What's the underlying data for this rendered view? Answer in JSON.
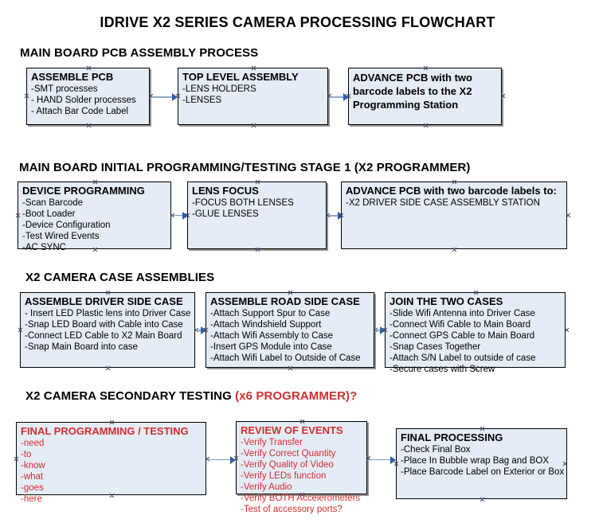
{
  "document": {
    "title": "IDRIVE X2  SERIES CAMERA PROCESSING FLOWCHART"
  },
  "colors": {
    "box_fill": "#e4ecf6",
    "box_border": "#000000",
    "accent_red": "#d12f2f",
    "connector": "#8fa9c4",
    "arrowhead": "#2f5fa8",
    "text": "#000000"
  },
  "sections": [
    {
      "id": "main-board-pcb-assembly",
      "header": "MAIN BOARD PCB ASSEMBLY PROCESS",
      "header_accent": "",
      "boxes": [
        {
          "id": "assemble-pcb",
          "title": "ASSEMBLE PCB",
          "lines": [
            "-SMT processes",
            "- HAND Solder processes",
            "- Attach Bar Code Label"
          ]
        },
        {
          "id": "top-level-assembly",
          "title": "TOP LEVEL ASSEMBLY",
          "lines": [
            "-LENS HOLDERS",
            "-LENSES"
          ]
        },
        {
          "id": "advance-pcb-programming-station",
          "title": "ADVANCE PCB with two barcode labels to the  X2 Programming Station",
          "lines": []
        }
      ]
    },
    {
      "id": "main-board-initial-programming",
      "header": "MAIN BOARD INITIAL PROGRAMMING/TESTING STAGE 1 (X2 PROGRAMMER)",
      "header_accent": "",
      "boxes": [
        {
          "id": "device-programming",
          "title": "DEVICE PROGRAMMING",
          "lines": [
            "-Scan Barcode",
            "-Boot Loader",
            "-Device Configuration",
            "-Test Wired Events",
            "-AC SYNC"
          ]
        },
        {
          "id": "lens-focus",
          "title": "LENS FOCUS",
          "lines": [
            "-FOCUS BOTH LENSES",
            "-GLUE LENSES"
          ]
        },
        {
          "id": "advance-pcb-driver-side-case",
          "title": "ADVANCE PCB with two barcode labels to:",
          "lines": [
            "-X2 DRIVER  SIDE  CASE  ASSEMBLY STATION"
          ]
        }
      ]
    },
    {
      "id": "x2-camera-case-assemblies",
      "header": "X2 CAMERA CASE ASSEMBLIES",
      "header_accent": "",
      "boxes": [
        {
          "id": "assemble-driver-side-case",
          "title": "ASSEMBLE DRIVER SIDE CASE",
          "lines": [
            "- Insert LED Plastic lens into Driver Case",
            "-Snap LED Board with Cable into Case",
            "-Connect LED Cable to X2 Main Board",
            "-Snap Main Board into case"
          ]
        },
        {
          "id": "assemble-road-side-case",
          "title": "ASSEMBLE ROAD SIDE CASE",
          "lines": [
            "-Attach Support Spur to Case",
            "-Attach Windshield Support",
            "-Attach Wifi Assembly to Case",
            "-Insert GPS Module into Case",
            "-Attach Wifi Label to Outside of Case"
          ]
        },
        {
          "id": "join-the-two-cases",
          "title": "JOIN THE TWO CASES",
          "lines": [
            "-Slide Wifi Antenna into Driver Case",
            "-Connect Wifi Cable to Main Board",
            "-Connect GPS Cable to Main Board",
            "-Snap Cases Together",
            "-Attach S/N Label to outside of case",
            "-Secure cases with Screw"
          ]
        }
      ]
    },
    {
      "id": "x2-camera-secondary-testing",
      "header": "X2 CAMERA SECONDARY TESTING ",
      "header_accent": "(x6 PROGRAMMER)?",
      "boxes": [
        {
          "id": "final-programming-testing",
          "title": "FINAL PROGRAMMING / TESTING",
          "lines": [
            "-need",
            "-to",
            "-know",
            "-what",
            "-goes",
            "-here"
          ]
        },
        {
          "id": "review-of-events",
          "title": "REVIEW OF EVENTS",
          "lines": [
            "-Verify Transfer",
            "-Verify Correct Quantity",
            "-Verify Quality of Video",
            "-Verify LEDs function",
            "-Verify Audio",
            "-Verify BOTH Accelerometers",
            "-Test of accessory ports?"
          ]
        },
        {
          "id": "final-processing",
          "title": "FINAL PROCESSING",
          "lines": [
            " -Check Final Box",
            "-Place In Bubble wrap Bag and BOX",
            "-Place Barcode Label on Exterior or Box"
          ]
        }
      ]
    }
  ]
}
